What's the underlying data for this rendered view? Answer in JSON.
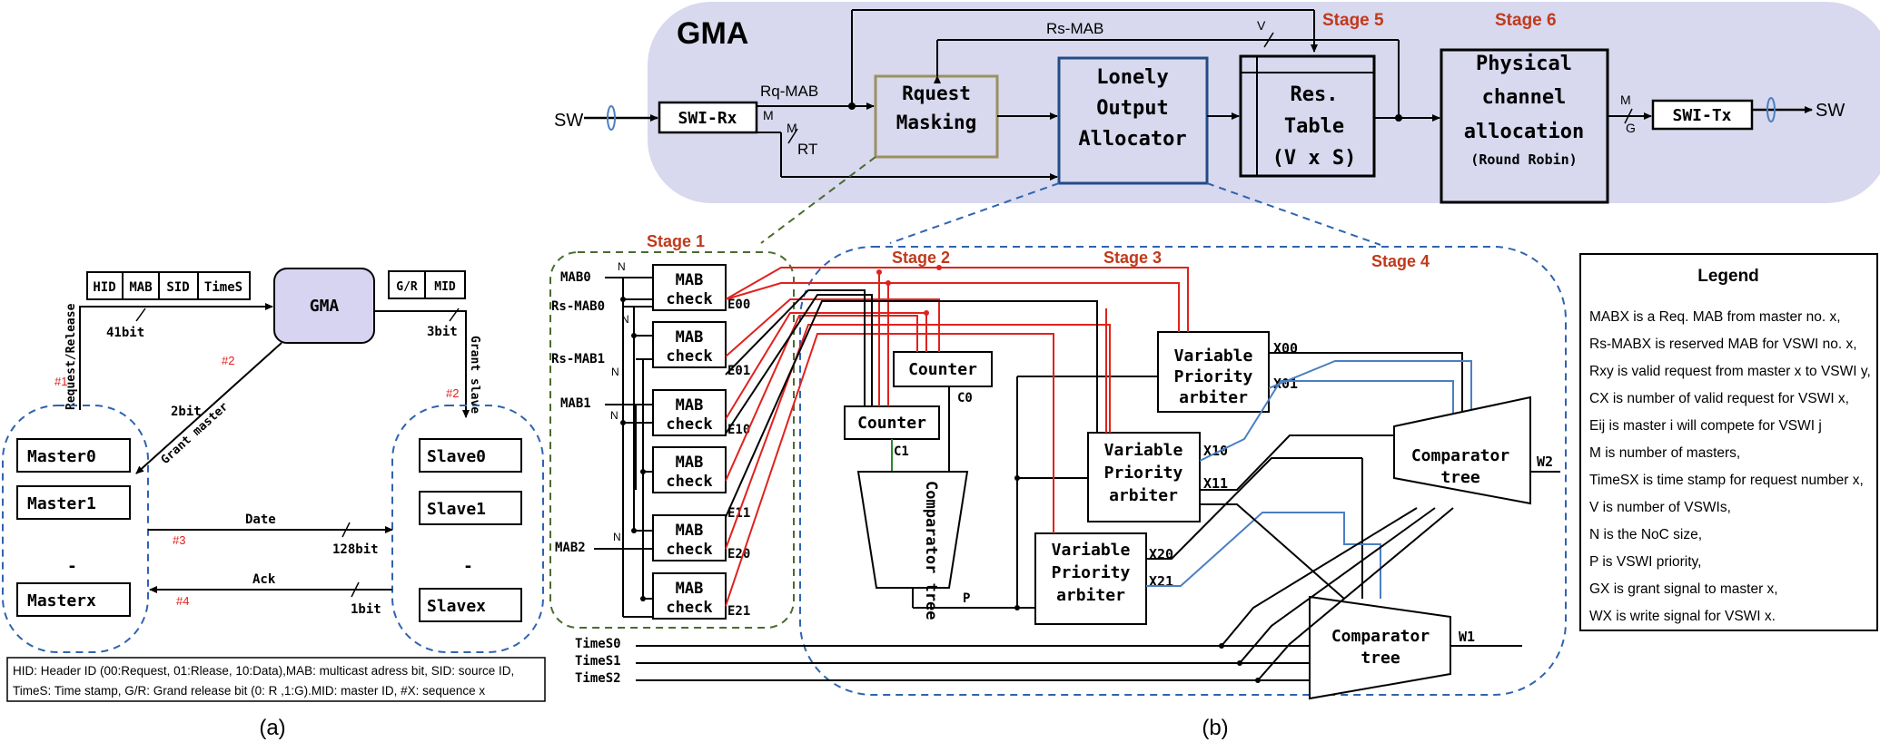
{
  "gma": {
    "title": "GMA",
    "sw_in": "SW",
    "sw_out": "SW",
    "swi_rx": "SWI-Rx",
    "swi_tx": "SWI-Tx",
    "rq_mab": "Rq-MAB",
    "rs_mab": "Rs-MAB",
    "rt": "RT",
    "m": "M",
    "g": "G",
    "v": "V",
    "request_masking": [
      "Rquest",
      "Masking"
    ],
    "loa": [
      "Lonely",
      "Output",
      "Allocator"
    ],
    "res_table": [
      "Res.",
      "Table",
      "(V x S)"
    ],
    "pca": [
      "Physical",
      "channel",
      "allocation"
    ],
    "round_robin": "(Round Robin)",
    "stage5": "Stage 5",
    "stage6": "Stage 6"
  },
  "stages": {
    "s1": "Stage 1",
    "s2": "Stage 2",
    "s3": "Stage 3",
    "s4": "Stage 4"
  },
  "stage1": {
    "inputs": [
      "MAB0",
      "Rs-MAB0",
      "Rs-MAB1",
      "MAB1",
      "MAB2"
    ],
    "n": "N",
    "mab_check": [
      "MAB",
      "check"
    ],
    "e_labels": [
      "E00",
      "E01",
      "E10",
      "E11",
      "E20",
      "E21"
    ]
  },
  "stage2": {
    "counter": "Counter",
    "c0": "C0",
    "c1": "C1",
    "comparator_tree": "Comparator tree",
    "p": "P"
  },
  "stage3": {
    "vpa": [
      "Variable",
      "Priority",
      "arbiter"
    ],
    "x_labels": [
      "X00",
      "X01",
      "X10",
      "X11",
      "X20",
      "X21"
    ]
  },
  "stage4": {
    "comparator": [
      "Comparator",
      "tree"
    ],
    "w1": "W1",
    "w2": "W2",
    "times": [
      "TimeS0",
      "TimeS1",
      "TimeS2"
    ]
  },
  "legend": {
    "title": "Legend",
    "items": [
      "MABX is a  Req. MAB from master no. x,",
      "Rs-MABX  is reserved MAB for VSWI no. x,",
      "Rxy is valid request from master x to VSWI y,",
      "CX  is number of valid request for VSWI x,",
      "Eij   is master i will compete for VSWI j",
      "M   is  number of masters,",
      "TimeSX is time stamp for request number x,",
      "V   is number of VSWIs,",
      "N   is the NoC size,",
      "P  is VSWI priority,",
      "GX is grant signal to master x,",
      "WX is write signal for VSWI x."
    ]
  },
  "part_a": {
    "packet_fields": [
      "HID",
      "MAB",
      "SID",
      "TimeS"
    ],
    "gr_fields": [
      "G/R",
      "MID"
    ],
    "gma": "GMA",
    "bits_41": "41bit",
    "bits_3": "3bit",
    "bits_2": "2bit",
    "bits_128": "128bit",
    "bits_1": "1bit",
    "request_release": "Request/Release",
    "grant_slave": "Grant slave",
    "grant_master": "Grant master",
    "date": "Date",
    "ack": "Ack",
    "seq": [
      "#1",
      "#2",
      "#2",
      "#3",
      "#4"
    ],
    "masters": [
      "Master0",
      "Master1",
      "Masterx"
    ],
    "slaves": [
      "Slave0",
      "Slave1",
      "Slavex"
    ],
    "dash": "-",
    "caption_line1": "HID:    Header ID (00:Request, 01:Rlease, 10:Data),MAB: multicast adress bit, SID: source ID,",
    "caption_line2": "TimeS: Time stamp, G/R: Grand release bit (0: R ,1:G).MID: master ID,  #X: sequence x"
  },
  "labels": {
    "a": "(a)",
    "b": "(b)"
  },
  "colors": {
    "gma_panel": "#d8d8ee",
    "a_gma_box": "#d6d4f0",
    "red_wire": "#e0221d",
    "blue_wire": "#4a7fc1",
    "stage_red": "#c0391b",
    "dash_blue": "#2f63b0",
    "dash_green": "#4a6b2e",
    "masking_border": "#9c9060",
    "loa_border": "#234b86"
  }
}
